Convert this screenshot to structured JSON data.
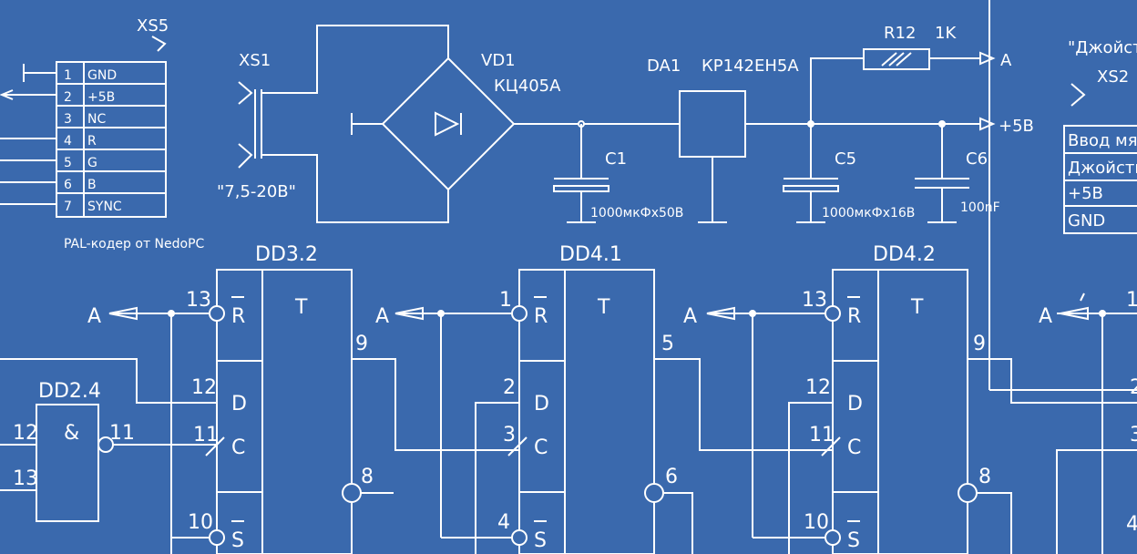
{
  "colors": {
    "background": "#3a69ad",
    "ink": "#ffffff"
  },
  "connector_xs5": {
    "ref": "XS5",
    "caption": "PAL-кодер от NedoPC",
    "pins": [
      {
        "num": "1",
        "name": "GND"
      },
      {
        "num": "2",
        "name": "+5В"
      },
      {
        "num": "3",
        "name": "NC"
      },
      {
        "num": "4",
        "name": "R"
      },
      {
        "num": "5",
        "name": "G"
      },
      {
        "num": "6",
        "name": "B"
      },
      {
        "num": "7",
        "name": "SYNC"
      }
    ]
  },
  "power": {
    "xs1": "XS1",
    "input_voltage": "\"7,5-20В\"",
    "vd1_ref": "VD1",
    "vd1_type": "КЦ405А",
    "da1_ref": "DA1",
    "da1_type": "КР142ЕН5А",
    "c1_ref": "C1",
    "c1_value": "1000мкФх50В",
    "c5_ref": "C5",
    "c5_value": "1000мкФх16В",
    "c6_ref": "C6",
    "c6_value": "100nF",
    "r12_ref": "R12",
    "r12_value": "1K",
    "net_a": "A",
    "net_5v": "+5В"
  },
  "connector_xs2": {
    "title": "\"Джойсти",
    "ref": "XS2",
    "rows": [
      "Ввод мяч",
      "Джойсти",
      "+5В",
      "GND"
    ]
  },
  "flipflops": [
    {
      "ref": "DD3.2",
      "pin_r": "13",
      "pin_d": "12",
      "pin_c": "11",
      "pin_s": "10",
      "pin_q": "9",
      "pin_nq": "8"
    },
    {
      "ref": "DD4.1",
      "pin_r": "1",
      "pin_d": "2",
      "pin_c": "3",
      "pin_s": "4",
      "pin_q": "5",
      "pin_nq": "6"
    },
    {
      "ref": "DD4.2",
      "pin_r": "13",
      "pin_d": "12",
      "pin_c": "11",
      "pin_s": "10",
      "pin_q": "9",
      "pin_nq": "8"
    }
  ],
  "ff_labels": {
    "r": "R",
    "d": "D",
    "c": "C",
    "s": "S",
    "t": "T",
    "a": "A"
  },
  "gate": {
    "ref": "DD2.4",
    "symbol": "&",
    "in1": "12",
    "in2": "13",
    "out": "11"
  },
  "right_partial": {
    "a": "A",
    "pin_a": "1",
    "pin_b": "2",
    "pin_c": "3",
    "pin_d": "4"
  }
}
